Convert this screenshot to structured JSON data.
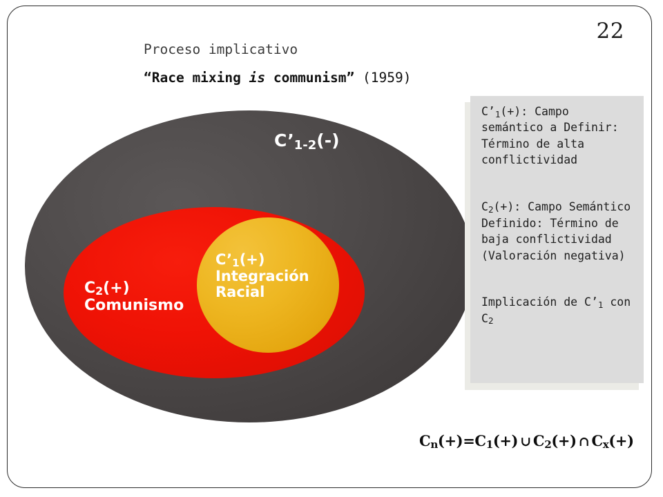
{
  "slide": {
    "page_number": "22",
    "heading_1": "Proceso implicativo",
    "heading_2": {
      "open_quote": "“Race mixing ",
      "italic": "is",
      "after_italic": " communism”",
      "year": " (1959)"
    }
  },
  "diagram": {
    "outer_ellipse": {
      "label_main": "C’",
      "label_sub": "1-2",
      "label_tail": "(-)",
      "color": "#4a4646",
      "text_color": "#ffffff"
    },
    "red_ellipse": {
      "label_main": "C",
      "label_sub": "2",
      "label_tail": "(+)",
      "label_line2": "Comunismo",
      "color": "#ee1205",
      "text_color": "#ffffff"
    },
    "yellow_ellipse": {
      "label_main": "C’",
      "label_sub": "1",
      "label_tail": "(+)",
      "label_line2": "Integración",
      "label_line3": "Racial",
      "color": "#eab322",
      "text_color": "#ffffff"
    }
  },
  "sidebox": {
    "background": "#dcdcdc",
    "paragraph_1": {
      "prefix": "C’",
      "sub": "1",
      "text": "(+): Campo semántico a Definir: Término de alta conflictividad"
    },
    "paragraph_2": {
      "prefix": "C",
      "sub": "2",
      "text": "(+): Campo Semántico Definido: Término de baja conflictividad (Valoración negativa)"
    },
    "paragraph_3": {
      "text_before": "Implicación de C’",
      "sub_1": "1",
      "text_middle": " con C",
      "sub_2": "2"
    }
  },
  "formula": {
    "c_n": "C",
    "sub_n": "n",
    "p1": "(+)=C",
    "sub_1": "1",
    "p2": "(+)",
    "union": "∪",
    "c2": "C",
    "sub_2": "2",
    "p3": "(+)",
    "intersect": "∩",
    "cx": "C",
    "sub_x": "x",
    "p4": "(+)"
  }
}
